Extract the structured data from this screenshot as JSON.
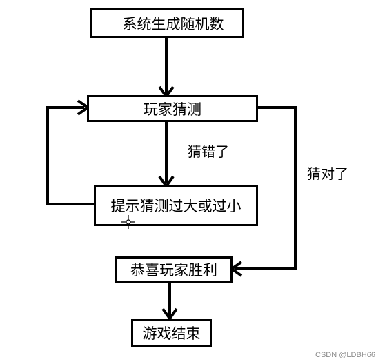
{
  "nodes": {
    "start": "系统生成随机数",
    "guess": "玩家猜测",
    "hint": "提示猜测过大或过小",
    "win": "恭喜玩家胜利",
    "end": "游戏结束"
  },
  "edge_labels": {
    "wrong": "猜错了",
    "right": "猜对了"
  },
  "watermark": "CSDN @LDBH66"
}
